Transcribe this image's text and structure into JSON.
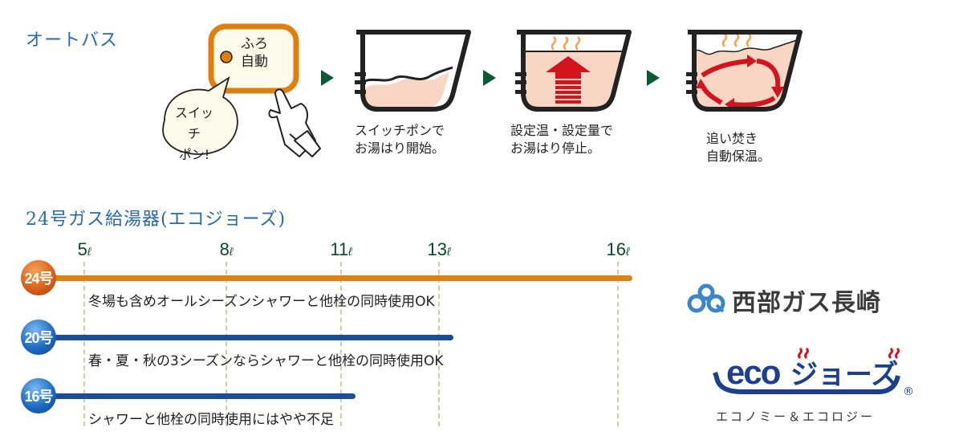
{
  "auto_bath": {
    "title": "オートバス",
    "button_label_line1": "ふろ",
    "button_label_line2": "自動",
    "bubble_line1": "スイッチ",
    "bubble_line2": "ポン!",
    "steps": [
      {
        "caption_line1": "スイッチポンで",
        "caption_line2": "お湯はり開始。"
      },
      {
        "caption_line1": "設定温・設定量で",
        "caption_line2": "お湯はり停止。"
      },
      {
        "caption_line1": "追い焚き",
        "caption_line2": "自動保温。"
      }
    ],
    "colors": {
      "accent_orange": "#e07f10",
      "arrow_green": "#0b5a34",
      "water": "#f8d6c3",
      "heat_red": "#d2141f"
    }
  },
  "heater": {
    "title": "24号ガス給湯器(エコジョーズ)"
  },
  "chart_data": {
    "type": "bar",
    "orientation": "horizontal",
    "title": "24号ガス給湯器(エコジョーズ)",
    "xlabel": "",
    "ylabel": "",
    "unit": "ℓ",
    "x_ticks": [
      {
        "value": 5,
        "label": "5"
      },
      {
        "value": 8,
        "label": "8"
      },
      {
        "value": 11,
        "label": "11"
      },
      {
        "value": 13,
        "label": "13"
      },
      {
        "value": 16,
        "label": "16"
      }
    ],
    "xlim": [
      5,
      16
    ],
    "grid": true,
    "categories": [
      "24号",
      "20号",
      "16号"
    ],
    "values": [
      16,
      13,
      11
    ],
    "series": [
      {
        "name": "24号",
        "value": 16,
        "color": "#e07f10",
        "description": "冬場も含めオールシーズンシャワーと他栓の同時使用OK"
      },
      {
        "name": "20号",
        "value": 13,
        "color": "#1a4f98",
        "description": "春・夏・秋の3シーズンならシャワーと他栓の同時使用OK"
      },
      {
        "name": "16号",
        "value": 11,
        "color": "#1a4f98",
        "description": "シャワーと他栓の同時使用にはやや不足"
      }
    ]
  },
  "logos": {
    "company": "西部ガス長崎",
    "eco_brand": "ecoジョーズ",
    "eco_registered": "®",
    "eco_subtitle": "エコノミー＆エコロジー"
  }
}
